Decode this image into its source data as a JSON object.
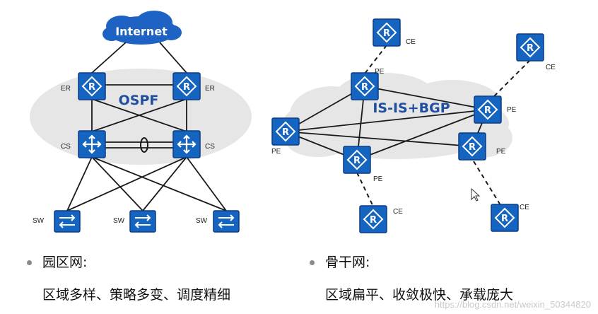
{
  "left": {
    "cloud_label": "Internet",
    "area_label": "OSPF",
    "er_label": "ER",
    "cs_label": "CS",
    "sw_label": "SW",
    "title": "园区网:",
    "description": "区域多样、策略多变、调度精细"
  },
  "right": {
    "area_label": "IS-IS+BGP",
    "pe_label": "PE",
    "ce_label": "CE",
    "title": "骨干网:",
    "description": "区域扁平、收敛极快、承载庞大"
  },
  "watermark": "https://blog.csdn.net/weixin_50344820",
  "colors": {
    "device_blue": "#1565c0",
    "device_border": "#0b3d86",
    "cloud_blue": "#1e63c4",
    "area_fill": "#e6e6e6",
    "line": "#1a1a1a"
  },
  "icons": {
    "router": "router-icon",
    "core_switch": "core-switch-icon",
    "switch": "switch-icon",
    "cloud": "cloud-icon",
    "cursor": "mouse-pointer-icon"
  }
}
